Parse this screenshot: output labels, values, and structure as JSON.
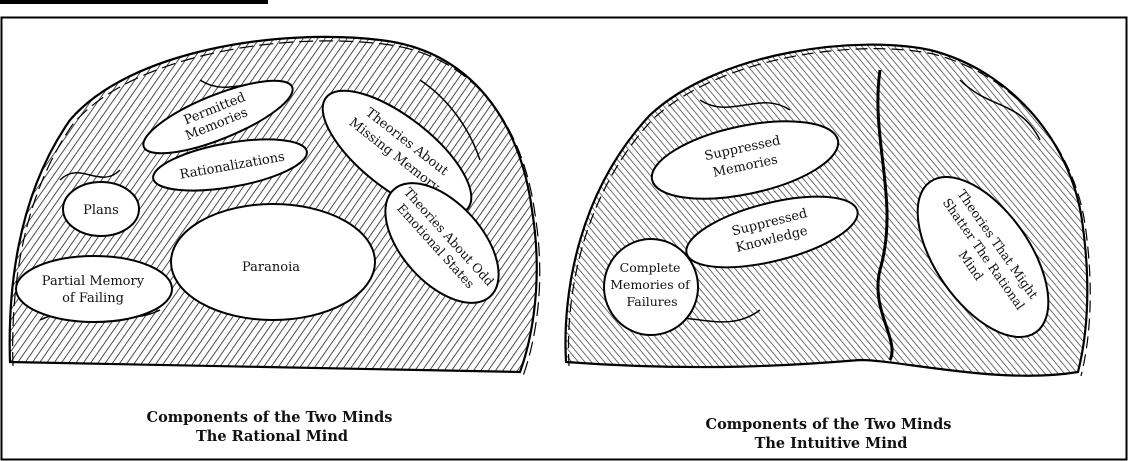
{
  "rational": {
    "caption_line1": "Components of the Two Minds",
    "caption_line2": "The Rational Mind",
    "regions": {
      "permitted": [
        "Permitted",
        "Memories"
      ],
      "theories_missing": [
        "Theories About",
        "Missing Memory"
      ],
      "rationalizations": [
        "Rationalizations"
      ],
      "plans": [
        "Plans"
      ],
      "theories_odd": [
        "Theories About Odd",
        "Emotional States"
      ],
      "paranoia": [
        "Paranoia"
      ],
      "partial": [
        "Partial Memory",
        "of Failing"
      ]
    }
  },
  "intuitive": {
    "caption_line1": "Components of the Two Minds",
    "caption_line2": "The Intuitive Mind",
    "regions": {
      "suppressed_memories": [
        "Suppressed",
        "Memories"
      ],
      "suppressed_knowledge": [
        "Suppressed",
        "Knowledge"
      ],
      "complete_memories": [
        "Complete",
        "Memories of",
        "Failures"
      ],
      "theories_shatter": [
        "Theories That Might",
        "Shatter The Rational",
        "Mind"
      ]
    }
  }
}
